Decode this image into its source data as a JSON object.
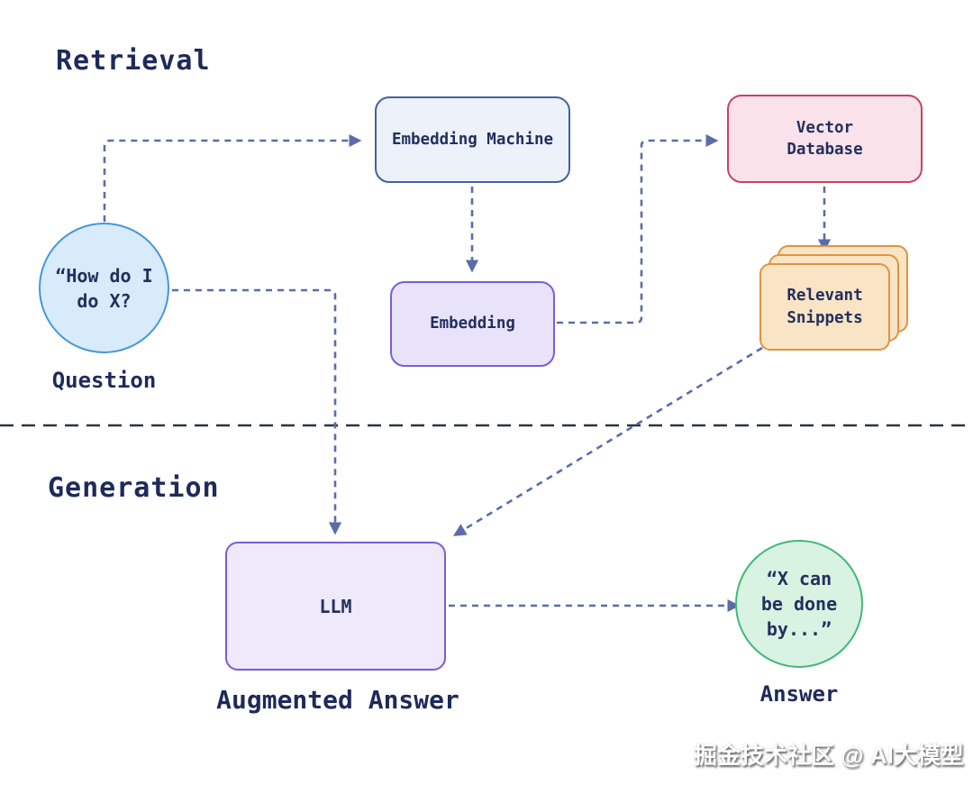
{
  "sections": {
    "retrieval": "Retrieval",
    "generation": "Generation"
  },
  "nodes": {
    "embedding_machine": {
      "label": "Embedding Machine",
      "fill": "#ecf1fa",
      "border": "#44619e"
    },
    "vector_database": {
      "label": "Vector\nDatabase",
      "fill": "#f9e2ea",
      "border": "#c84361"
    },
    "question_bubble": {
      "label": "“How do I\ndo X?",
      "fill": "#d8ebfa",
      "border": "#4496d8"
    },
    "embedding": {
      "label": "Embedding",
      "fill": "#e8e3f9",
      "border": "#7a5ed5"
    },
    "relevant_snippets": {
      "label": "Relevant\nSnippets",
      "fill": "#fae4c6",
      "border": "#df9440"
    },
    "llm": {
      "label": "LLM",
      "fill": "#eee9fb",
      "border": "#7a5ed5"
    },
    "answer_bubble": {
      "label": "“X can\nbe done\nby...”",
      "fill": "#d8f3e2",
      "border": "#42b877"
    }
  },
  "captions": {
    "question": "Question",
    "augmented_answer": "Augmented Answer",
    "answer": "Answer"
  },
  "watermark": "掘金技术社区 @ AI大模型",
  "colors": {
    "connector": "#5b6cab",
    "divider": "#2e3242",
    "text": "#1e2a5a",
    "background": "#ffffff"
  }
}
